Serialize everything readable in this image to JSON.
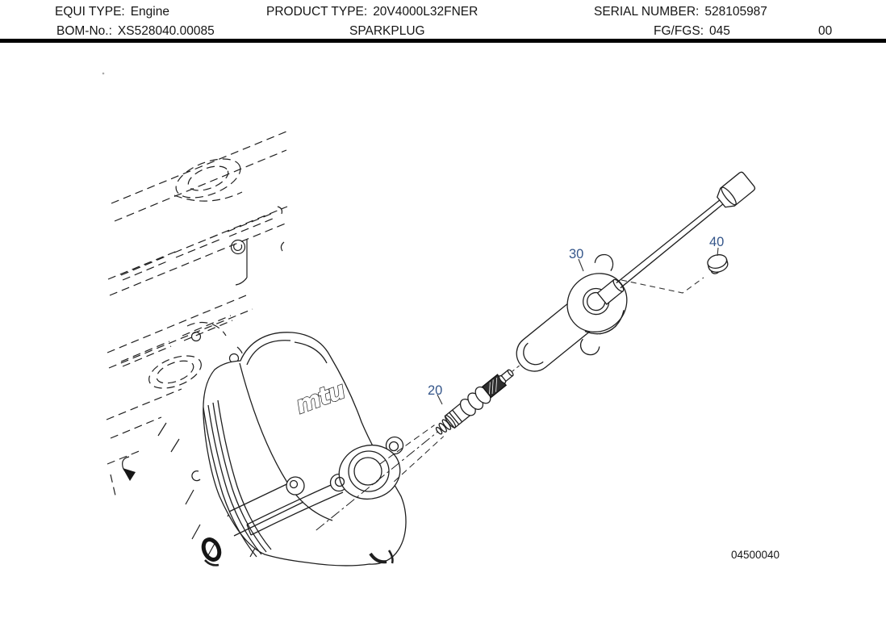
{
  "header": {
    "equi_type_label": "EQUI TYPE:",
    "equi_type_value": "Engine",
    "product_type_label": "PRODUCT TYPE:",
    "product_type_value": "20V4000L32FNER",
    "serial_label": "SERIAL NUMBER:",
    "serial_value": "528105987",
    "bom_label": "BOM-No.:",
    "bom_value": "XS528040.00085",
    "part_name": "SPARKPLUG",
    "fg_label": "FG/FGS:",
    "fg_value": "045",
    "revision": "00"
  },
  "diagram": {
    "drawing_number": "04500040",
    "logo_text": "mtu",
    "callouts": [
      {
        "id": "20"
      },
      {
        "id": "30"
      },
      {
        "id": "40"
      }
    ],
    "colors": {
      "callout": "#35568a",
      "line": "#1f1f1f",
      "background": "#ffffff"
    }
  }
}
